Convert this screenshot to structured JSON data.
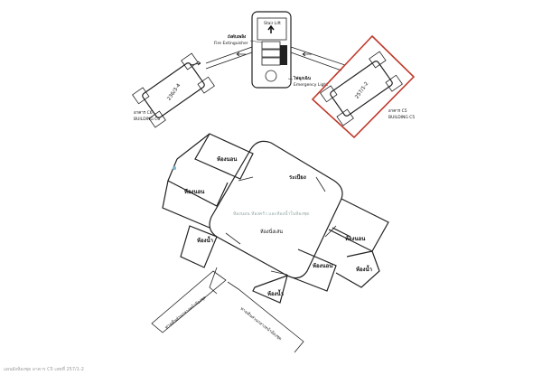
{
  "top": {
    "stair_lift": "Stair Lift",
    "fire_extinguisher_th": "ถังดับเพลิง",
    "fire_extinguisher_en": "Fire Extinguisher",
    "emergency_light_th": "ไฟฉุกเฉิน",
    "emergency_light_en": "Emergency Light",
    "unit_left": "236/3-4",
    "unit_right": "257/1-2",
    "building_left_th": "อาคาร C6",
    "building_left_en": "BUILDING C6",
    "building_right_th": "อาคาร C5",
    "building_right_en": "BUILDING C5",
    "highlight_color": "#c0392b"
  },
  "plan": {
    "bedroom_top": "ห้องนอน",
    "bedroom_left": "ห้องนอน",
    "bedroom_right": "ห้องนอน",
    "bedroom_bottom_right": "ห้องนอน",
    "bathroom_left": "ห้องน้ำ",
    "bathroom_right": "ห้องน้ำ",
    "bathroom_bottom": "ห้องน้ำ",
    "balcony": "ระเบียง",
    "living": "ห้องนั่งเล่น",
    "walkway_left": "ทางเดินส่วนกลางหน้าห้องชุด",
    "walkway_right": "ทางเดินส่วนกลางหน้าห้องชุด",
    "center_note": "ห้องนอน ห้องครัว และห้องน้ำในห้องชุด"
  },
  "footer": {
    "caption": "แผนผังห้องชุด อาคาร C5 เลขที่ 257/1-2"
  }
}
